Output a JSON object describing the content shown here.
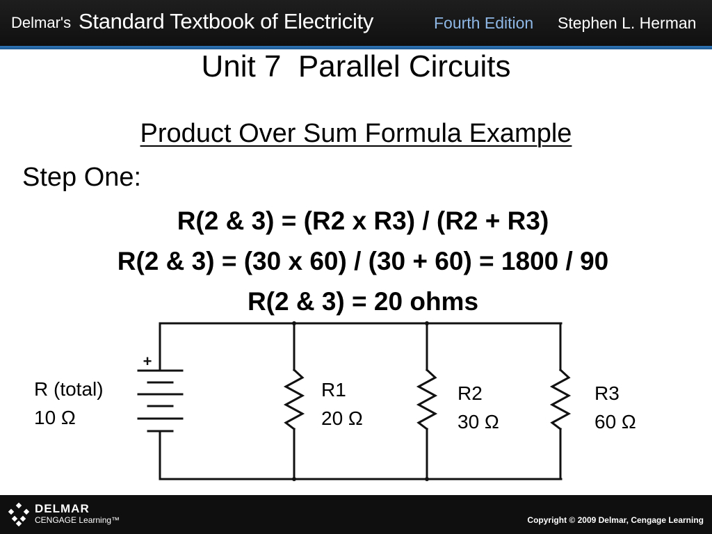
{
  "header": {
    "brand": "Delmar's",
    "book_title": "Standard Textbook of Electricity",
    "edition": "Fourth Edition",
    "author": "Stephen L. Herman"
  },
  "slide": {
    "title": "Unit 7  Parallel Circuits",
    "subtitle": "Product Over Sum Formula Example",
    "step": "Step One:",
    "formulas": [
      "R(2 & 3) = (R2 x R3) / (R2 + R3)",
      "R(2 & 3) = (30 x 60) / (30 + 60) = 1800 / 90",
      "R(2 & 3) = 20 ohms"
    ]
  },
  "circuit": {
    "battery_polarity": "+",
    "source": {
      "name": "R (total)",
      "value": "10 Ω"
    },
    "resistors": [
      {
        "name": "R1",
        "value": "20 Ω"
      },
      {
        "name": "R2",
        "value": "30 Ω"
      },
      {
        "name": "R3",
        "value": "60 Ω"
      }
    ]
  },
  "footer": {
    "publisher": "DELMAR",
    "imprint": "CENGAGE Learning™",
    "copyright": "Copyright © 2009 Delmar, Cengage Learning"
  },
  "colors": {
    "header_background": "#161616",
    "header_rule": "#2f76b8",
    "edition_text": "#8fb8e6",
    "footer_background": "#0f0f0f"
  }
}
